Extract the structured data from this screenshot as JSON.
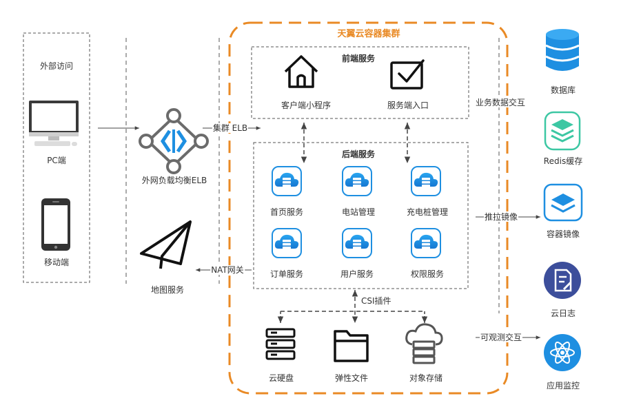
{
  "cluster": {
    "title": "天翼云容器集群"
  },
  "external": {
    "title": "外部访问",
    "pc_label": "PC端",
    "mobile_label": "移动端"
  },
  "elb": {
    "label": "外网负载均衡ELB",
    "cluster_elb_label": "集群 ELB"
  },
  "map": {
    "label": "地图服务",
    "nat_label": "NAT网关"
  },
  "frontend": {
    "title": "前端服务",
    "client_label": "客户端小程序",
    "server_label": "服务端入口"
  },
  "backend": {
    "title": "后端服务",
    "services": [
      "首页服务",
      "电站管理",
      "充电桩管理",
      "订单服务",
      "用户服务",
      "权限服务"
    ]
  },
  "storage": {
    "csi_label": "CSI插件",
    "items": [
      "云硬盘",
      "弹性文件",
      "对象存储"
    ]
  },
  "right": {
    "business_label": "业务数据交互",
    "push_label": "推拉镜像",
    "observe_label": "可观测交互",
    "items": [
      "数据库",
      "Redis缓存",
      "容器镜像",
      "云日志",
      "应用监控"
    ]
  },
  "colors": {
    "accent": "#E98A25",
    "blue": "#1E8FE1",
    "teal": "#3CC7A3",
    "gray": "#555555"
  }
}
